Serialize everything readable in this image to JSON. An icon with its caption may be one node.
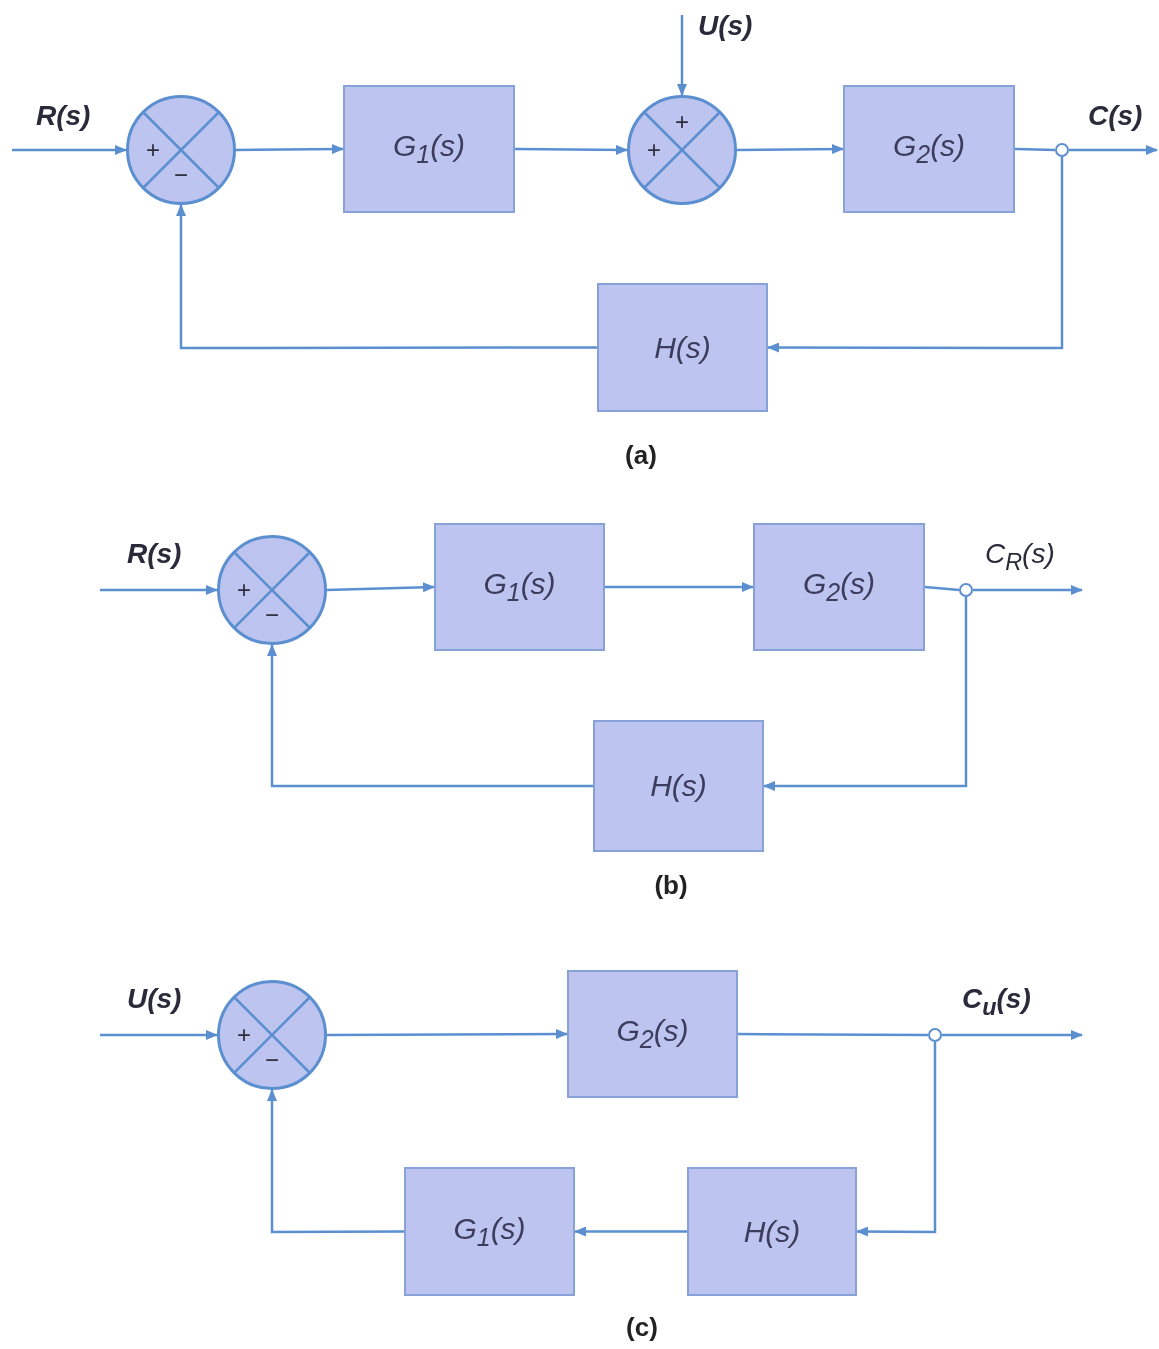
{
  "diagram": {
    "nodes": [
      {
        "text": [
          "+",
          "−"
        ]
      },
      {
        "text": [
          "G$_{1}$(s)"
        ]
      },
      {
        "text": [
          "+",
          "+"
        ]
      },
      {
        "text": [
          "G$_{2}$(s)"
        ]
      },
      {
        "text": [],
        "shape": "circle"
      },
      {
        "text": [
          "H(s)"
        ]
      },
      {
        "text": [
          "+",
          "−"
        ]
      },
      {
        "text": [
          "G$_{1}$(s)"
        ]
      },
      {
        "text": [
          "G$_{2}$(s)"
        ]
      },
      {
        "text": [],
        "shape": "circle"
      },
      {
        "text": [
          "H(s)"
        ]
      },
      {
        "text": [
          "+",
          "−"
        ]
      },
      {
        "text": [
          "G$_{2}$(s)"
        ]
      },
      {
        "text": [],
        "shape": "circle"
      },
      {
        "text": [
          "H(s)"
        ]
      },
      {
        "text": [
          "G$_{1}$(s)"
        ]
      }
    ],
    "edges": [
      {
        "from": null,
        "to": 0,
        "arrow": "to",
        "label": "R(s)"
      },
      {
        "from": 0,
        "to": 1,
        "arrow": "to"
      },
      {
        "from": 1,
        "to": 2,
        "arrow": "to"
      },
      {
        "from": null,
        "to": 2,
        "arrow": "to",
        "label": "U(s)"
      },
      {
        "from": 2,
        "to": 3,
        "arrow": "to"
      },
      {
        "from": 3,
        "to": 4,
        "arrow": "none"
      },
      {
        "from": 4,
        "to": null,
        "arrow": "to",
        "label": "C(s)"
      },
      {
        "from": 4,
        "to": 5,
        "arrow": "to"
      },
      {
        "from": 5,
        "to": 0,
        "arrow": "to"
      },
      {
        "from": null,
        "to": 6,
        "arrow": "to",
        "label": "R(s)"
      },
      {
        "from": 6,
        "to": 7,
        "arrow": "to"
      },
      {
        "from": 7,
        "to": 8,
        "arrow": "to"
      },
      {
        "from": 8,
        "to": 9,
        "arrow": "none"
      },
      {
        "from": 9,
        "to": null,
        "arrow": "to",
        "label": "C$_{R}$(s)"
      },
      {
        "from": 9,
        "to": 10,
        "arrow": "to"
      },
      {
        "from": 10,
        "to": 6,
        "arrow": "to"
      },
      {
        "from": null,
        "to": 11,
        "arrow": "to",
        "label": "U(s)"
      },
      {
        "from": 11,
        "to": 12,
        "arrow": "to"
      },
      {
        "from": 12,
        "to": 13,
        "arrow": "none"
      },
      {
        "from": 13,
        "to": null,
        "arrow": "to",
        "label": "C$_{u}$(s)"
      },
      {
        "from": 13,
        "to": 14,
        "arrow": "to"
      },
      {
        "from": 14,
        "to": 15,
        "arrow": "to"
      },
      {
        "from": 15,
        "to": 11,
        "arrow": "to"
      }
    ],
    "labels": [
      "(a)",
      "(b)",
      "(c)"
    ]
  }
}
